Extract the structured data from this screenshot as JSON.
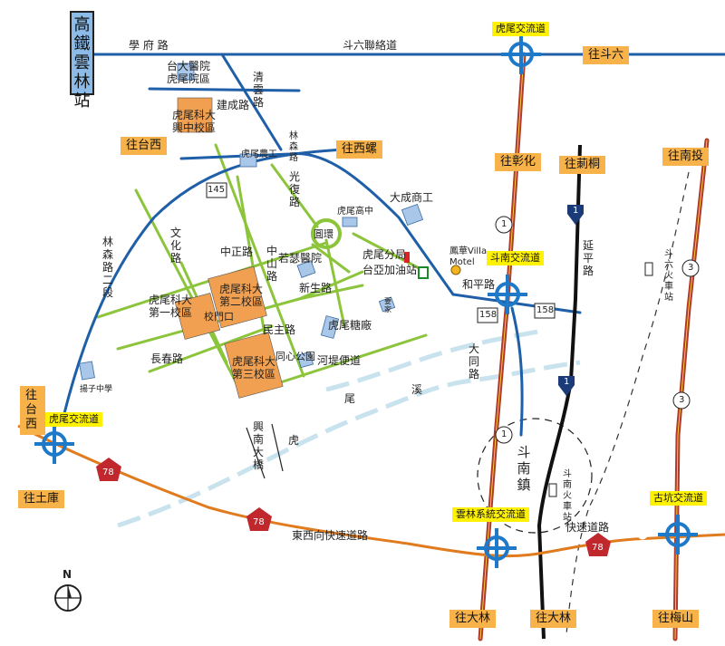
{
  "station": "高鐵雲林站",
  "roads": {
    "xuefu": "學 府 路",
    "douliu_connector": "斗六聯絡道",
    "qingyun": "清雲路",
    "jiancheng": "建成路",
    "guangfu": "光復路",
    "wenhua": "文化路",
    "zhongzheng": "中正路",
    "zhongshan": "中山路",
    "xinsheng": "新生路",
    "minzhu": "民主路",
    "changchun": "長春路",
    "linsen": "林森路二段",
    "hedi": "河堤便道",
    "xingnan": "興南大橋",
    "linsen_east": "林森路",
    "heping": "和平路",
    "yanping": "延平路",
    "datong": "大同路",
    "expressway": "東西向快速道路",
    "expressway_east": "快速道路"
  },
  "places": {
    "ntu_hospital": "台大醫院\n虎尾院區",
    "nfu_xingzhong": "虎尾科大\n興中校區",
    "huwei_vocational": "虎尾農工",
    "huwei_senior": "虎尾高中",
    "dacheng": "大成商工",
    "roundabout": "圓環",
    "ruoci_hospital": "若瑟醫院",
    "police": "虎尾分局",
    "gas_station": "台亞加油站",
    "motel": "鳳華Villa\nMotel",
    "nfu_campus1": "虎尾科大\n第一校區",
    "nfu_campus2": "虎尾科大\n第二校區",
    "nfu_campus3": "虎尾科大\n第三校區",
    "school_gate": "校門口",
    "sugar_factory": "虎尾糖廠",
    "tongxin_park": "同心公園",
    "yangzi_school": "揚子中學",
    "house_mark": "要\n家",
    "river_a": "尾",
    "river_b": "溪",
    "river_c": "虎",
    "dounan_town": "斗南鎮",
    "dounan_station": "斗南火車站",
    "douliu_station": "斗六火車站"
  },
  "interchanges": {
    "huwei": "虎尾交流道",
    "dounan": "斗南交流道",
    "yunlin": "雲林系統交流道",
    "huwei_top": "虎尾交流道",
    "gukeng": "古坑交流道"
  },
  "directions": {
    "to_douliu": "往斗六",
    "to_taixi_top": "往台西",
    "to_xiluo": "往西螺",
    "to_zhanghua": "往彰化",
    "to_xinsheng": "往莿桐",
    "to_nantou": "往南投",
    "to_taixi_left": "往台西",
    "to_tuku": "往土庫",
    "to_dalin1": "往大林",
    "to_dalin2": "往大林",
    "to_meishan": "往梅山"
  },
  "route_numbers": {
    "r145": "145",
    "r158a": "158",
    "r158b": "158",
    "r78a": "78",
    "r78b": "78",
    "r78c": "78",
    "h1a": "1",
    "h1b": "1",
    "hw1a": "1",
    "hw1b": "1",
    "r3a": "3",
    "r3b": "3"
  },
  "compass": "N",
  "colors": {
    "city_road": "#1f5fa8",
    "green_road": "#8cc43c",
    "freeway": "#b23a2a",
    "expressway": "#e07b1e",
    "railway": "#111111",
    "river": "#c8e2ee",
    "campus": "#f0a050",
    "building": "#a9c7e8",
    "interchange": "#1e79c9",
    "label_yellow": "#fff200",
    "label_orange": "#f7b24a"
  }
}
